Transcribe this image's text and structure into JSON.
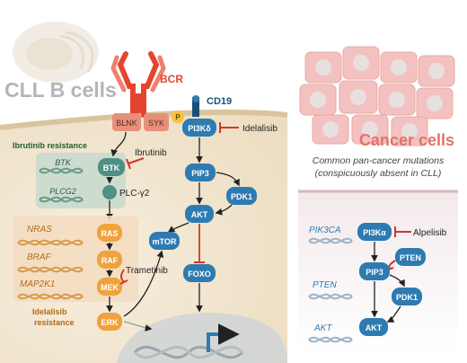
{
  "left_panel": {
    "title": "CLL B cells",
    "bcr_label": "BCR",
    "cd19_label": "CD19",
    "blnk": "BLNK",
    "syk": "SYK",
    "p": "P",
    "pi3kd": "PI3Kδ",
    "idelalisib": "Idelalisib",
    "ibrutinib_resistance": "Ibrutinib resistance",
    "btk_gene": "BTK",
    "btk": "BTK",
    "ibrutinib": "Ibrutinib",
    "plcg2_gene": "PLCG2",
    "plcg2": "PLC-γ2",
    "pip3": "PIP3",
    "pdk1": "PDK1",
    "akt": "AKT",
    "mtor": "mTOR",
    "foxo": "FOXO",
    "nras_gene": "NRAS",
    "ras": "RAS",
    "braf_gene": "BRAF",
    "raf": "RAF",
    "trametinib": "Trametinib",
    "map2k1_gene": "MAP2K1",
    "mek": "MEK",
    "idelalisib_resistance_1": "Idelalisib",
    "idelalisib_resistance_2": "resistance",
    "erk": "ERK"
  },
  "right_panel": {
    "title": "Cancer cells",
    "subtitle_1": "Common pan-cancer mutations",
    "subtitle_2": "(conspicuously absent in CLL)",
    "pik3ca_gene": "PIK3CA",
    "pi3ka": "PI3Kα",
    "alpelisib": "Alpelisib",
    "pten_gene": "PTEN",
    "pten": "PTEN",
    "pip3": "PIP3",
    "pdk1": "PDK1",
    "akt_gene": "AKT",
    "akt": "AKT"
  },
  "colors": {
    "node_blue": "#2e7bb2",
    "node_orange": "#f0a23c",
    "node_teal": "#4f8f84",
    "inhibitor_red": "#d0362a",
    "cancer_red": "#e47268"
  }
}
